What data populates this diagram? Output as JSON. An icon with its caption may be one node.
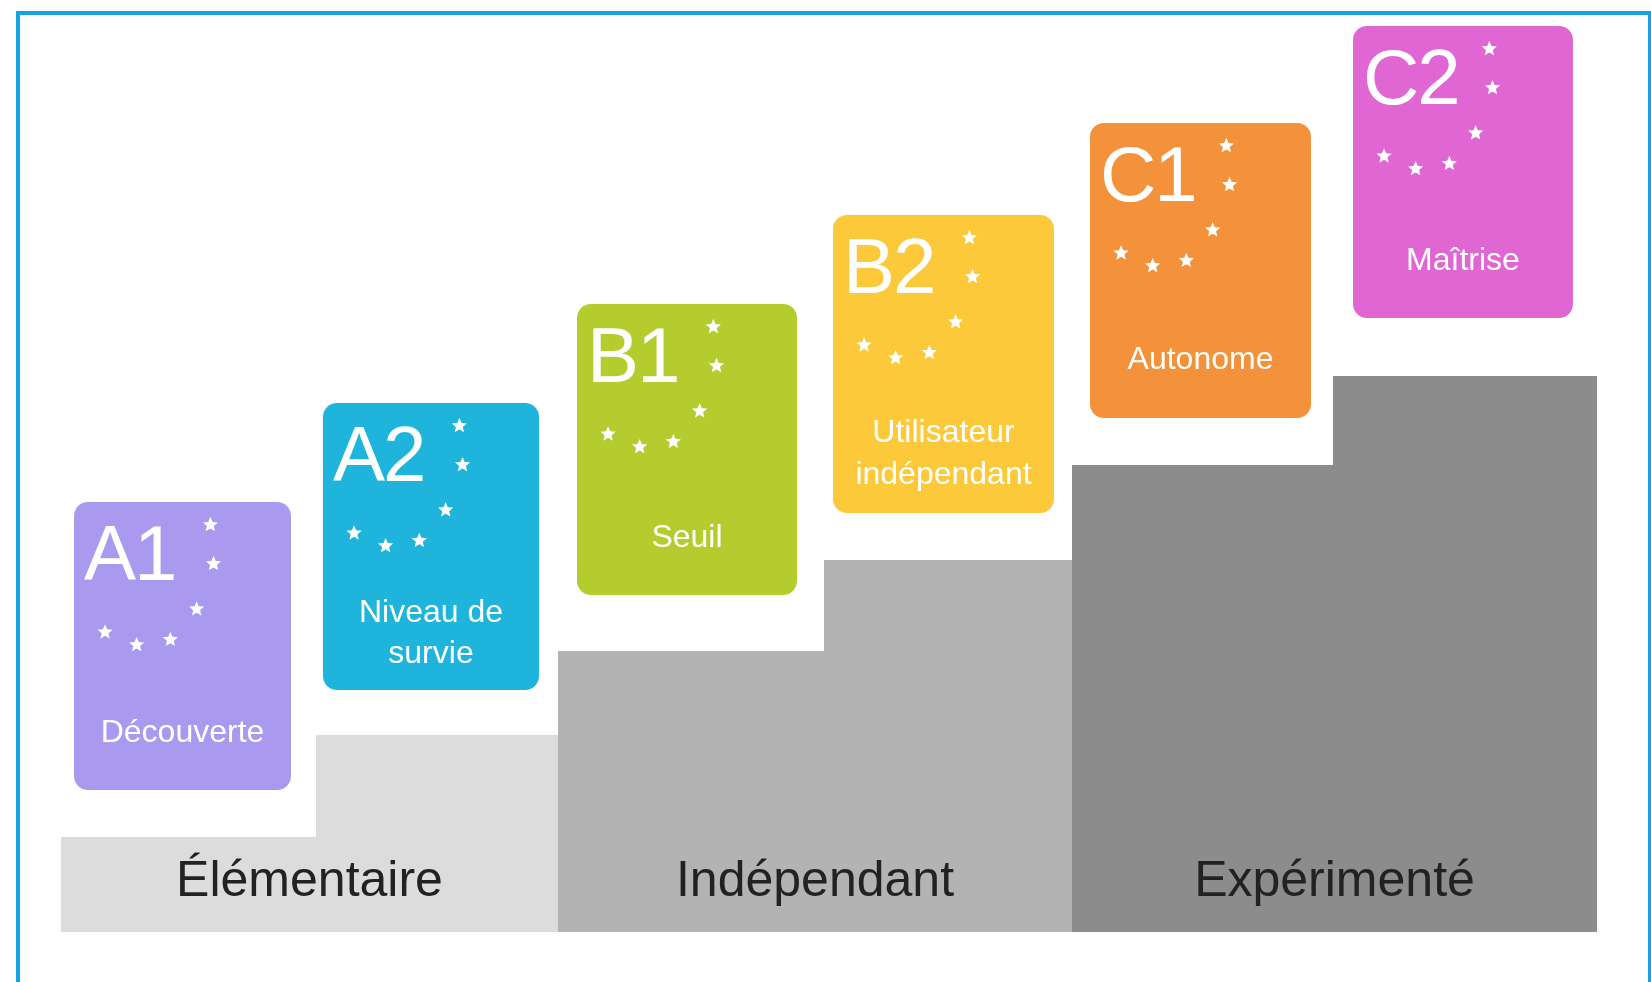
{
  "diagram": {
    "nodes": [
      {
        "text": [
          "A1",
          "Découverte"
        ]
      },
      {
        "text": [
          "A2",
          "Niveau de survie"
        ]
      },
      {
        "text": [
          "B1",
          "Seuil"
        ]
      },
      {
        "text": [
          "B2",
          "Utilisateur indépendant"
        ]
      },
      {
        "text": [
          "C1",
          "Autonome"
        ]
      },
      {
        "text": [
          "C2",
          "Maîtrise"
        ]
      },
      {
        "text": [
          "Élémentaire"
        ]
      },
      {
        "text": [
          "Indépendant"
        ]
      },
      {
        "text": [
          "Expérimenté"
        ]
      }
    ]
  }
}
